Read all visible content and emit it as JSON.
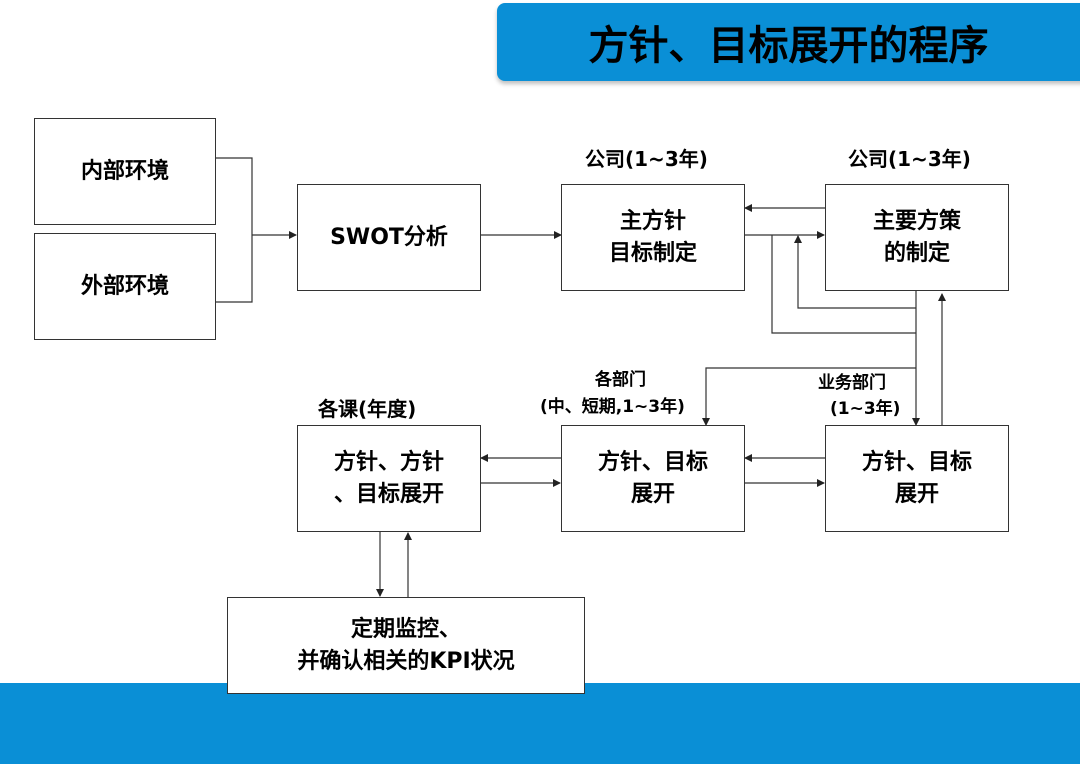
{
  "title": "方针、目标展开的程序",
  "boxes": {
    "internal_env": "内部环境",
    "external_env": "外部环境",
    "swot": "SWOT分析",
    "main_policy": {
      "line1": "主方针",
      "line2": "目标制定"
    },
    "main_strategy": {
      "line1": "主要方策",
      "line2": "的制定"
    },
    "section_policy": {
      "line1": "方针、方针",
      "line2": "、目标展开"
    },
    "dept_policy": {
      "line1": "方针、目标",
      "line2": "展开"
    },
    "biz_policy": {
      "line1": "方针、目标",
      "line2": "展开"
    },
    "monitor": {
      "line1": "定期监控、",
      "line2": "并确认相关的KPI状况"
    }
  },
  "labels": {
    "company_1": "公司(1~3年)",
    "company_2": "公司(1~3年)",
    "sections": "各课(年度)",
    "depts_line1": "各部门",
    "depts_line2": "(中、短期,1~3年)",
    "biz_line1": "业务部门",
    "biz_line2": "(1~3年)"
  }
}
